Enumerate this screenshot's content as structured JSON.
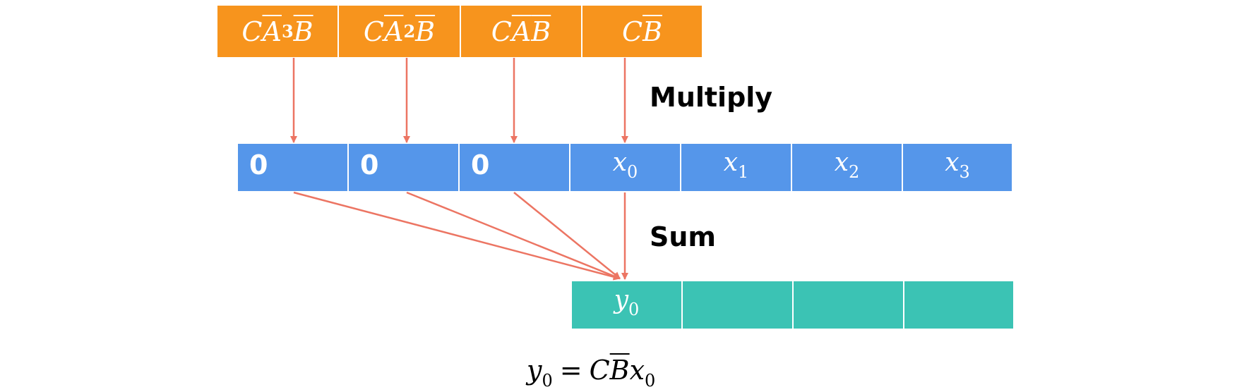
{
  "kernel": {
    "cells": [
      {
        "base": "C",
        "a": "A",
        "power": "3",
        "b": "B"
      },
      {
        "base": "C",
        "a": "A",
        "power": "2",
        "b": "B"
      },
      {
        "base": "C",
        "a": "A",
        "power": "",
        "b": "B"
      },
      {
        "base": "C",
        "a": "",
        "power": "",
        "b": "B"
      }
    ]
  },
  "labels": {
    "multiply": "Multiply",
    "sum": "Sum"
  },
  "input": {
    "cells": [
      {
        "text": "0"
      },
      {
        "text": "0"
      },
      {
        "text": "0"
      },
      {
        "var": "x",
        "sub": "0"
      },
      {
        "var": "x",
        "sub": "1"
      },
      {
        "var": "x",
        "sub": "2"
      },
      {
        "var": "x",
        "sub": "3"
      }
    ]
  },
  "output": {
    "cells": [
      {
        "var": "y",
        "sub": "0"
      },
      {
        "var": "",
        "sub": ""
      },
      {
        "var": "",
        "sub": ""
      },
      {
        "var": "",
        "sub": ""
      }
    ]
  },
  "formula": {
    "lhs_var": "y",
    "lhs_sub": "0",
    "equals": "=",
    "c": "C",
    "b": "B",
    "x_var": "x",
    "x_sub": "0"
  },
  "colors": {
    "kernel": "#f7941d",
    "input": "#5596ea",
    "output": "#3bc3b4",
    "arrow": "#ec7563"
  }
}
